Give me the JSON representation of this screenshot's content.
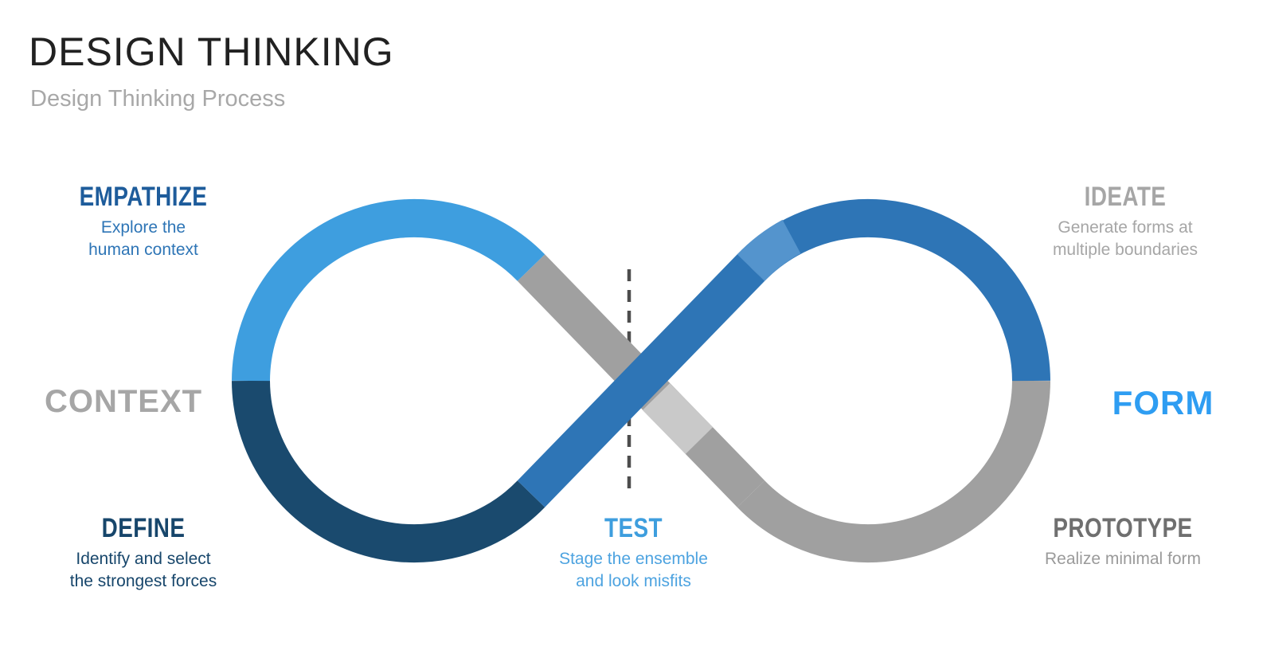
{
  "title": "DESIGN THINKING",
  "subtitle": "Design Thinking Process",
  "stages": {
    "empathize": {
      "label": "EMPATHIZE",
      "desc1": "Explore the",
      "desc2": "human context"
    },
    "context": {
      "label": "CONTEXT"
    },
    "define": {
      "label": "DEFINE",
      "desc1": "Identify and select",
      "desc2": "the strongest forces"
    },
    "test": {
      "label": "TEST",
      "desc1": "Stage the ensemble",
      "desc2": "and look misfits"
    },
    "ideate": {
      "label": "IDEATE",
      "desc1": "Generate forms at",
      "desc2": "multiple boundaries"
    },
    "form": {
      "label": "FORM"
    },
    "prototype": {
      "label": "PROTOTYPE",
      "desc1": "Realize minimal form"
    }
  },
  "colors": {
    "light_blue": "#3e9edf",
    "medium_blue": "#2e75b6",
    "chamfer_blue": "#5494cd",
    "dark_navy": "#1a4a6e",
    "gray": "#a0a0a0",
    "light_gray": "#c9c9c9",
    "dash": "#4d4d4d"
  }
}
